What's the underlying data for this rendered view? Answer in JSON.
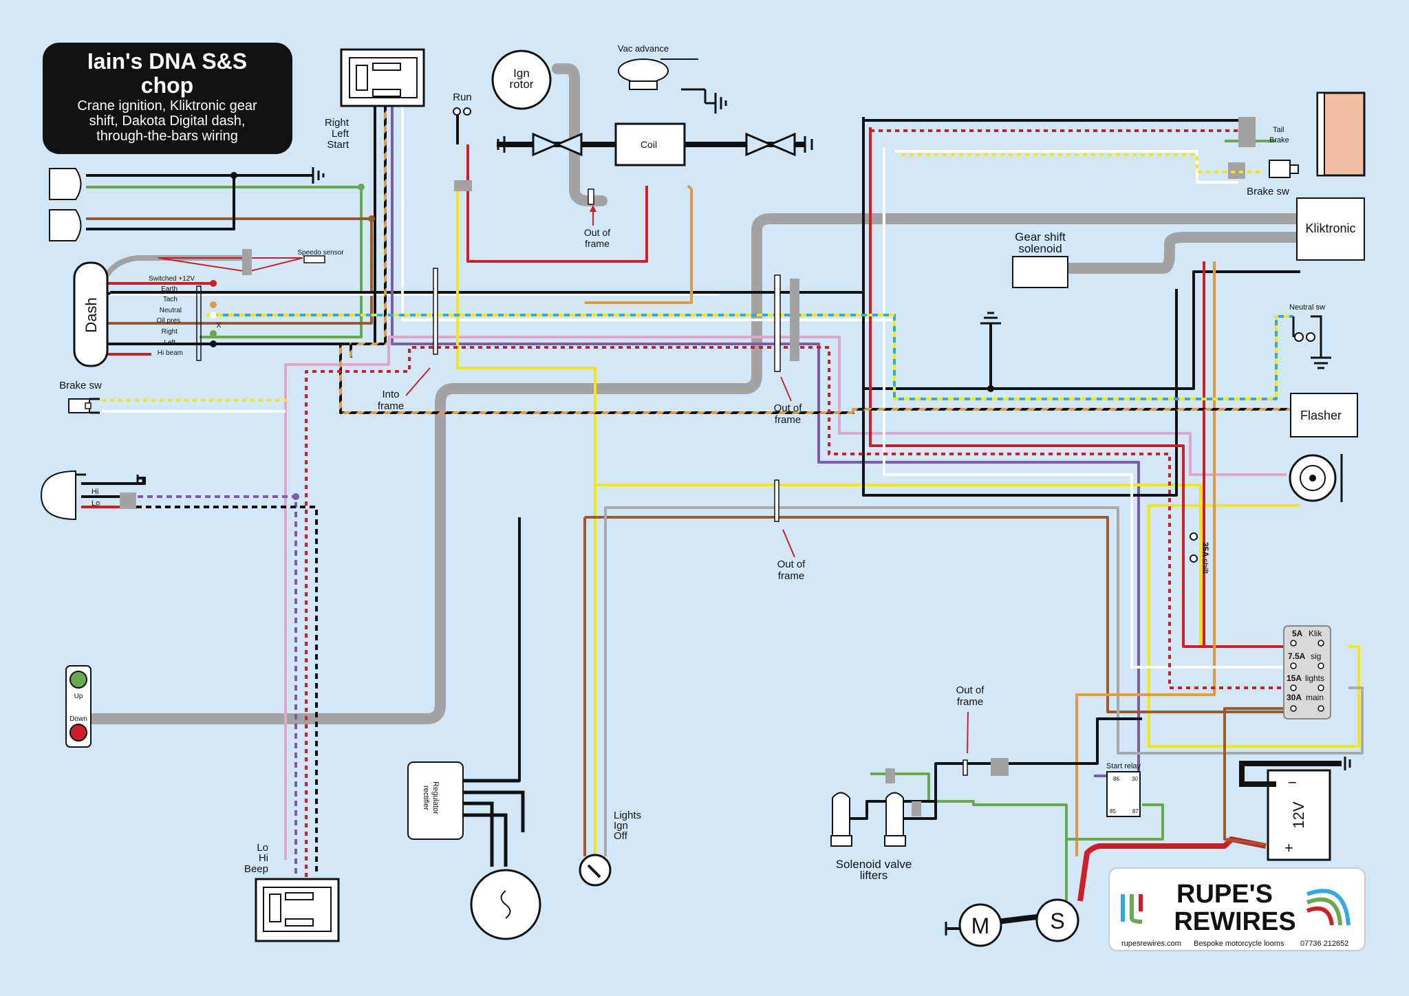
{
  "title": {
    "main": "Iain's DNA S&S",
    "main2": "chop",
    "sub1": "Crane ignition, Kliktronic gear",
    "sub2": "shift, Dakota Digital dash,",
    "sub3": "through-the-bars wiring"
  },
  "labels": {
    "right": "Right",
    "left": "Left",
    "start": "Start",
    "run": "Run",
    "ign_rotor_1": "Ign",
    "ign_rotor_2": "rotor",
    "vac_advance": "Vac advance",
    "coil": "Coil",
    "out_of": "Out of",
    "frame": "frame",
    "into": "Into",
    "speedo_sensor": "Speedo sensor",
    "dash": "Dash",
    "brake_sw": "Brake sw",
    "tail": "Tail",
    "brake": "Brake",
    "gear_shift_1": "Gear shift",
    "gear_shift_2": "solenoid",
    "kliktronic": "Kliktronic",
    "neutral_sw": "Neutral sw",
    "flasher": "Flasher",
    "hi": "Hi",
    "lo": "Lo",
    "up": "Up",
    "down": "Down",
    "lo2": "Lo",
    "hi2": "Hi",
    "beep": "Beep",
    "regulator_1": "Regulator",
    "regulator_2": "rectifier",
    "lights": "Lights",
    "ign": "Ign",
    "off": "Off",
    "solenoid_1": "Solenoid valve",
    "solenoid_2": "lifters",
    "start_relay": "Start relay",
    "shift_35a": "35A",
    "shift_word": "shift",
    "motor": "M",
    "starter": "S",
    "battery_v": "12V",
    "plus": "+",
    "minus": "−",
    "x": "X"
  },
  "dash_wires": [
    "Switched +12V",
    "Earth",
    "Tach",
    "Neutral",
    "Oil pres",
    "Right",
    "Left",
    "Hi beam"
  ],
  "fuses": [
    {
      "amp": "5A",
      "name": "Klik"
    },
    {
      "amp": "7.5A",
      "name": "sig"
    },
    {
      "amp": "15A",
      "name": "lights"
    },
    {
      "amp": "30A",
      "name": "main"
    }
  ],
  "relay_pins": [
    "86",
    "30",
    "85",
    "87"
  ],
  "logo": {
    "line1": "RUPE'S",
    "line2": "REWIRES",
    "url": "rupesrewires.com",
    "tagline": "Bespoke motorcycle looms",
    "phone": "07736 212652"
  },
  "colors": {
    "background": "#d2e8f8",
    "frame_tube": "#a3a3a3",
    "red": "#cc1f26",
    "black": "#111111",
    "green": "#6aa84f",
    "brown": "#9c5a2c",
    "yellow": "#f5e61a",
    "orange": "#e09b45",
    "purple": "#7a5ca8",
    "pink": "#e0a7c8",
    "white": "#ffffff",
    "grey": "#a9a9a9",
    "blue": "#36a8e0",
    "tail_light": "#f1c0a2"
  }
}
